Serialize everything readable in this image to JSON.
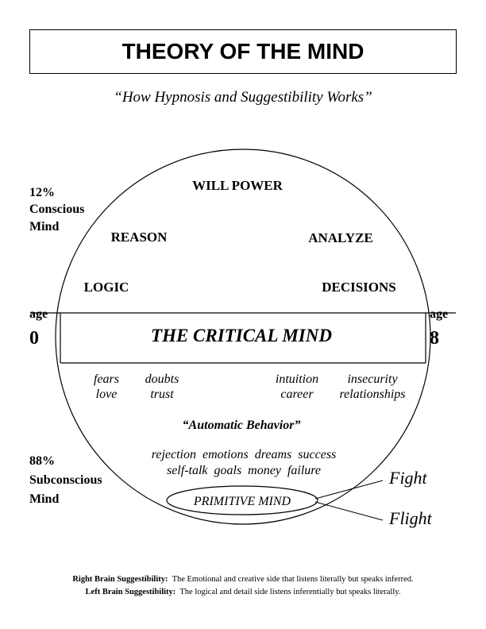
{
  "title": "THEORY OF THE MIND",
  "subtitle": "“How Hypnosis and Suggestibility Works”",
  "conscious": {
    "percent": "12%",
    "line1": "Conscious",
    "line2": "Mind"
  },
  "subconscious": {
    "percent": "88%",
    "line1": "Subconscious",
    "line2": "Mind"
  },
  "age_left": {
    "label": "age",
    "value": "0"
  },
  "age_right": {
    "label": "age",
    "value": "8"
  },
  "conscious_terms": {
    "will_power": "WILL POWER",
    "reason": "REASON",
    "analyze": "ANALYZE",
    "logic": "LOGIC",
    "decisions": "DECISIONS"
  },
  "critical_mind": "THE CRITICAL MIND",
  "subconscious_terms": {
    "fears": "fears",
    "doubts": "doubts",
    "intuition": "intuition",
    "insecurity": "insecurity",
    "love": "love",
    "trust": "trust",
    "career": "career",
    "relationships": "relationships",
    "automatic_behavior": "“Automatic Behavior”",
    "row1": "rejection  emotions  dreams  success",
    "row2": "self-talk  goals  money  failure"
  },
  "primitive_mind": "PRIMITIVE MIND",
  "fight": "Fight",
  "flight": "Flight",
  "footer": {
    "right_label": "Right Brain Suggestibility:",
    "right_text": "The Emotional and creative side that listens literally but speaks inferred.",
    "left_label": "Left Brain Suggestibility:",
    "left_text": "The logical and detail side listens inferentially but speaks literally."
  }
}
